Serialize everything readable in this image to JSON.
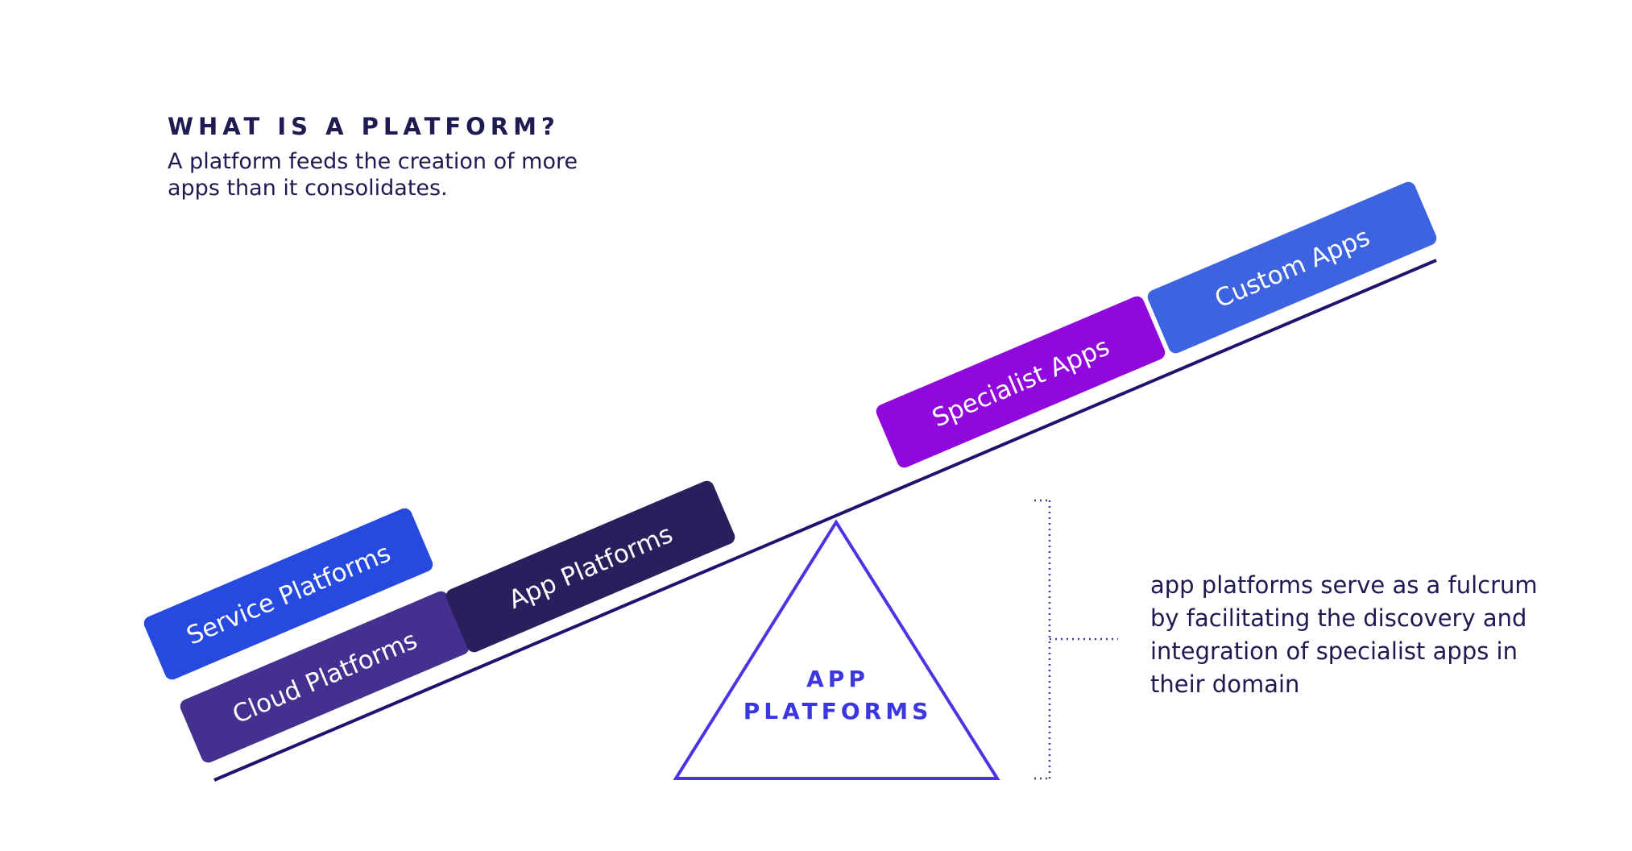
{
  "header": {
    "title": "WHAT IS A PLATFORM?",
    "subtitle": "A platform feeds the creation of more apps than it consolidates."
  },
  "seesaw": {
    "boxes": [
      {
        "label": "Service Platforms",
        "color": "#2649e0"
      },
      {
        "label": "Cloud Platforms",
        "color": "#43308f"
      },
      {
        "label": "App Platforms",
        "color": "#2a1f5c"
      },
      {
        "label": "Specialist Apps",
        "color": "#9008dc"
      },
      {
        "label": "Custom Apps",
        "color": "#3d63e0"
      }
    ],
    "fulcrum": {
      "line1": "APP",
      "line2": "PLATFORMS",
      "color": "#4b35e3"
    },
    "beam_color": "#1e136e"
  },
  "annotation": {
    "text": "app platforms serve as a fulcrum by facilitating the discovery and integration of specialist apps in their domain"
  }
}
